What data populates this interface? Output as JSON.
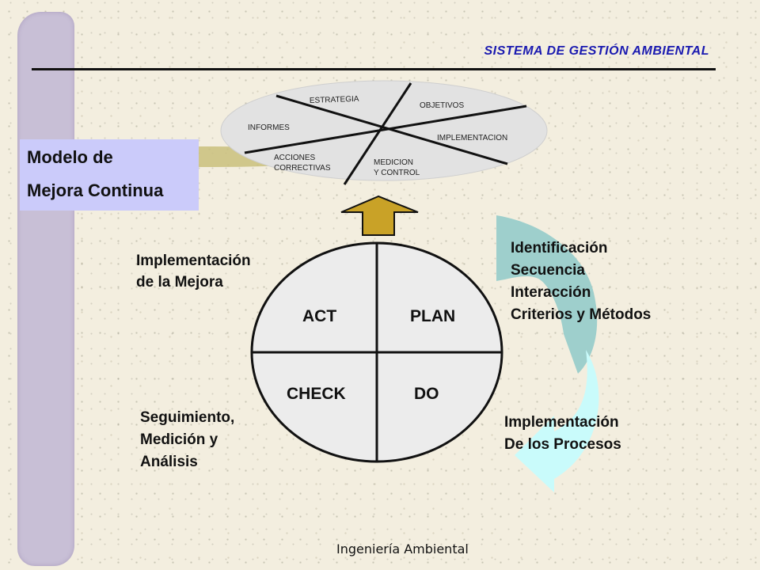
{
  "header": {
    "title": "SISTEMA DE GESTIÓN AMBIENTAL"
  },
  "model": {
    "line1": "Modelo de",
    "line2": "Mejora Continua"
  },
  "oval": {
    "segments": [
      "ESTRATEGIA",
      "OBJETIVOS",
      "INFORMES",
      "IMPLEMENTACION",
      "ACCIONES",
      "CORRECTIVAS",
      "MEDICION",
      "Y CONTROL"
    ]
  },
  "cycle": {
    "quadrants": {
      "act": "ACT",
      "plan": "PLAN",
      "check": "CHECK",
      "do": "DO"
    }
  },
  "annotations": {
    "act": [
      "Implementación",
      "de la Mejora"
    ],
    "plan": [
      "Identificación",
      "Secuencia",
      "Interacción",
      "Criterios y Métodos"
    ],
    "check": [
      "Seguimiento,",
      "Medición y",
      "Análisis"
    ],
    "do": [
      "Implementación",
      "De los Procesos"
    ]
  },
  "footer": {
    "text": "Ingeniería Ambiental"
  },
  "colors": {
    "title": "#1a1ab0",
    "model_box": "#cbcbfa",
    "stripe": "#c8bfd6",
    "arrow_up": "#c9a227",
    "arrow_teal": "#9ecfcc",
    "arrow_cyan": "#c9fbfb",
    "oval_fill": "#e2e2e2"
  }
}
